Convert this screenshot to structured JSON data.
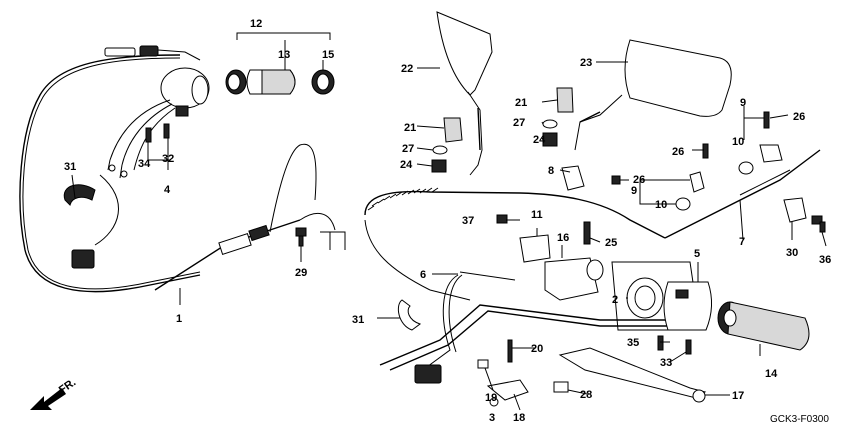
{
  "callouts": {
    "p1": "1",
    "p2": "2",
    "p3": "3",
    "p4": "4",
    "p5": "5",
    "p6": "6",
    "p7": "7",
    "p8": "8",
    "p9a": "9",
    "p9b": "9",
    "p10a": "10",
    "p10b": "10",
    "p11": "11",
    "p12": "12",
    "p13": "13",
    "p14": "14",
    "p15": "15",
    "p16": "16",
    "p17": "17",
    "p18": "18",
    "p19": "19",
    "p20": "20",
    "p21a": "21",
    "p21b": "21",
    "p22": "22",
    "p23": "23",
    "p24a": "24",
    "p24b": "24",
    "p25": "25",
    "p26a": "26",
    "p26b": "26",
    "p26c": "26",
    "p27a": "27",
    "p27b": "27",
    "p28": "28",
    "p29": "29",
    "p30": "30",
    "p31a": "31",
    "p31b": "31",
    "p32": "32",
    "p33": "33",
    "p34": "34",
    "p35": "35",
    "p36": "36",
    "p37": "37"
  },
  "front_arrow_label": "FR.",
  "figure_code": "GCK3-F0300",
  "icons": {
    "direction": "front-arrow-icon"
  }
}
